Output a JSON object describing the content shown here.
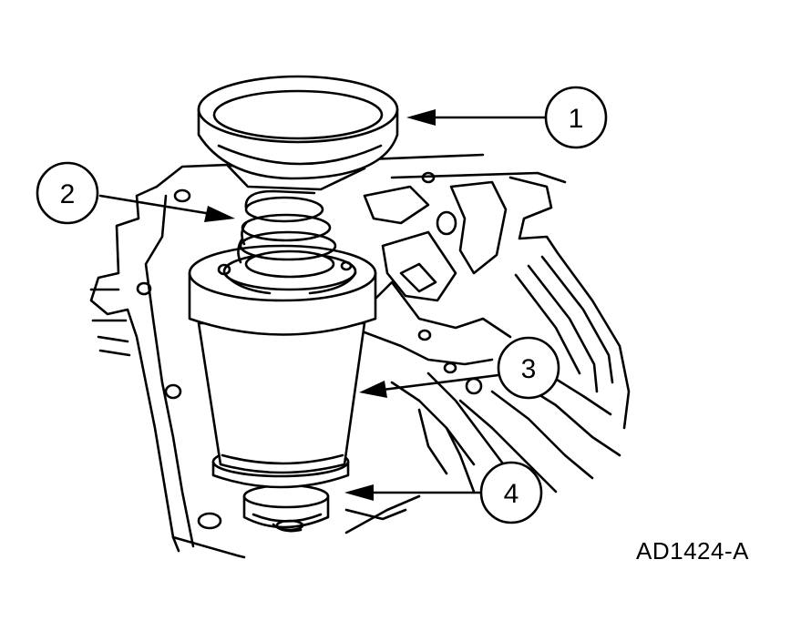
{
  "callouts": [
    {
      "id": "callout-1",
      "label": "1"
    },
    {
      "id": "callout-2",
      "label": "2"
    },
    {
      "id": "callout-3",
      "label": "3"
    },
    {
      "id": "callout-4",
      "label": "4"
    }
  ],
  "figure_code": "AD1424-A"
}
